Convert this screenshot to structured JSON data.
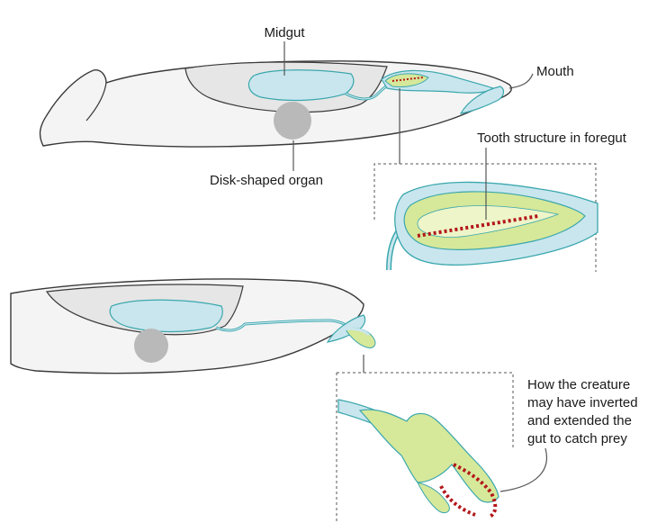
{
  "labels": {
    "midgut": "Midgut",
    "mouth": "Mouth",
    "disk_organ": "Disk-shaped organ",
    "tooth_structure": "Tooth structure in foregut",
    "inverted_line1": "How the creature",
    "inverted_line2": "may have inverted",
    "inverted_line3": "and extended the",
    "inverted_line4": "gut to catch prey"
  },
  "colors": {
    "body_fill": "#f4f4f4",
    "body_stroke": "#3a3a3a",
    "inner_cavity": "#e6e6e6",
    "gut_fill": "#c9e6ee",
    "gut_stroke": "#3aa7ad",
    "foregut_green": "#d6e89a",
    "foregut_light": "#eef5c8",
    "teeth": "#b3171b",
    "disk": "#b9b9b9",
    "leader": "#555555"
  }
}
